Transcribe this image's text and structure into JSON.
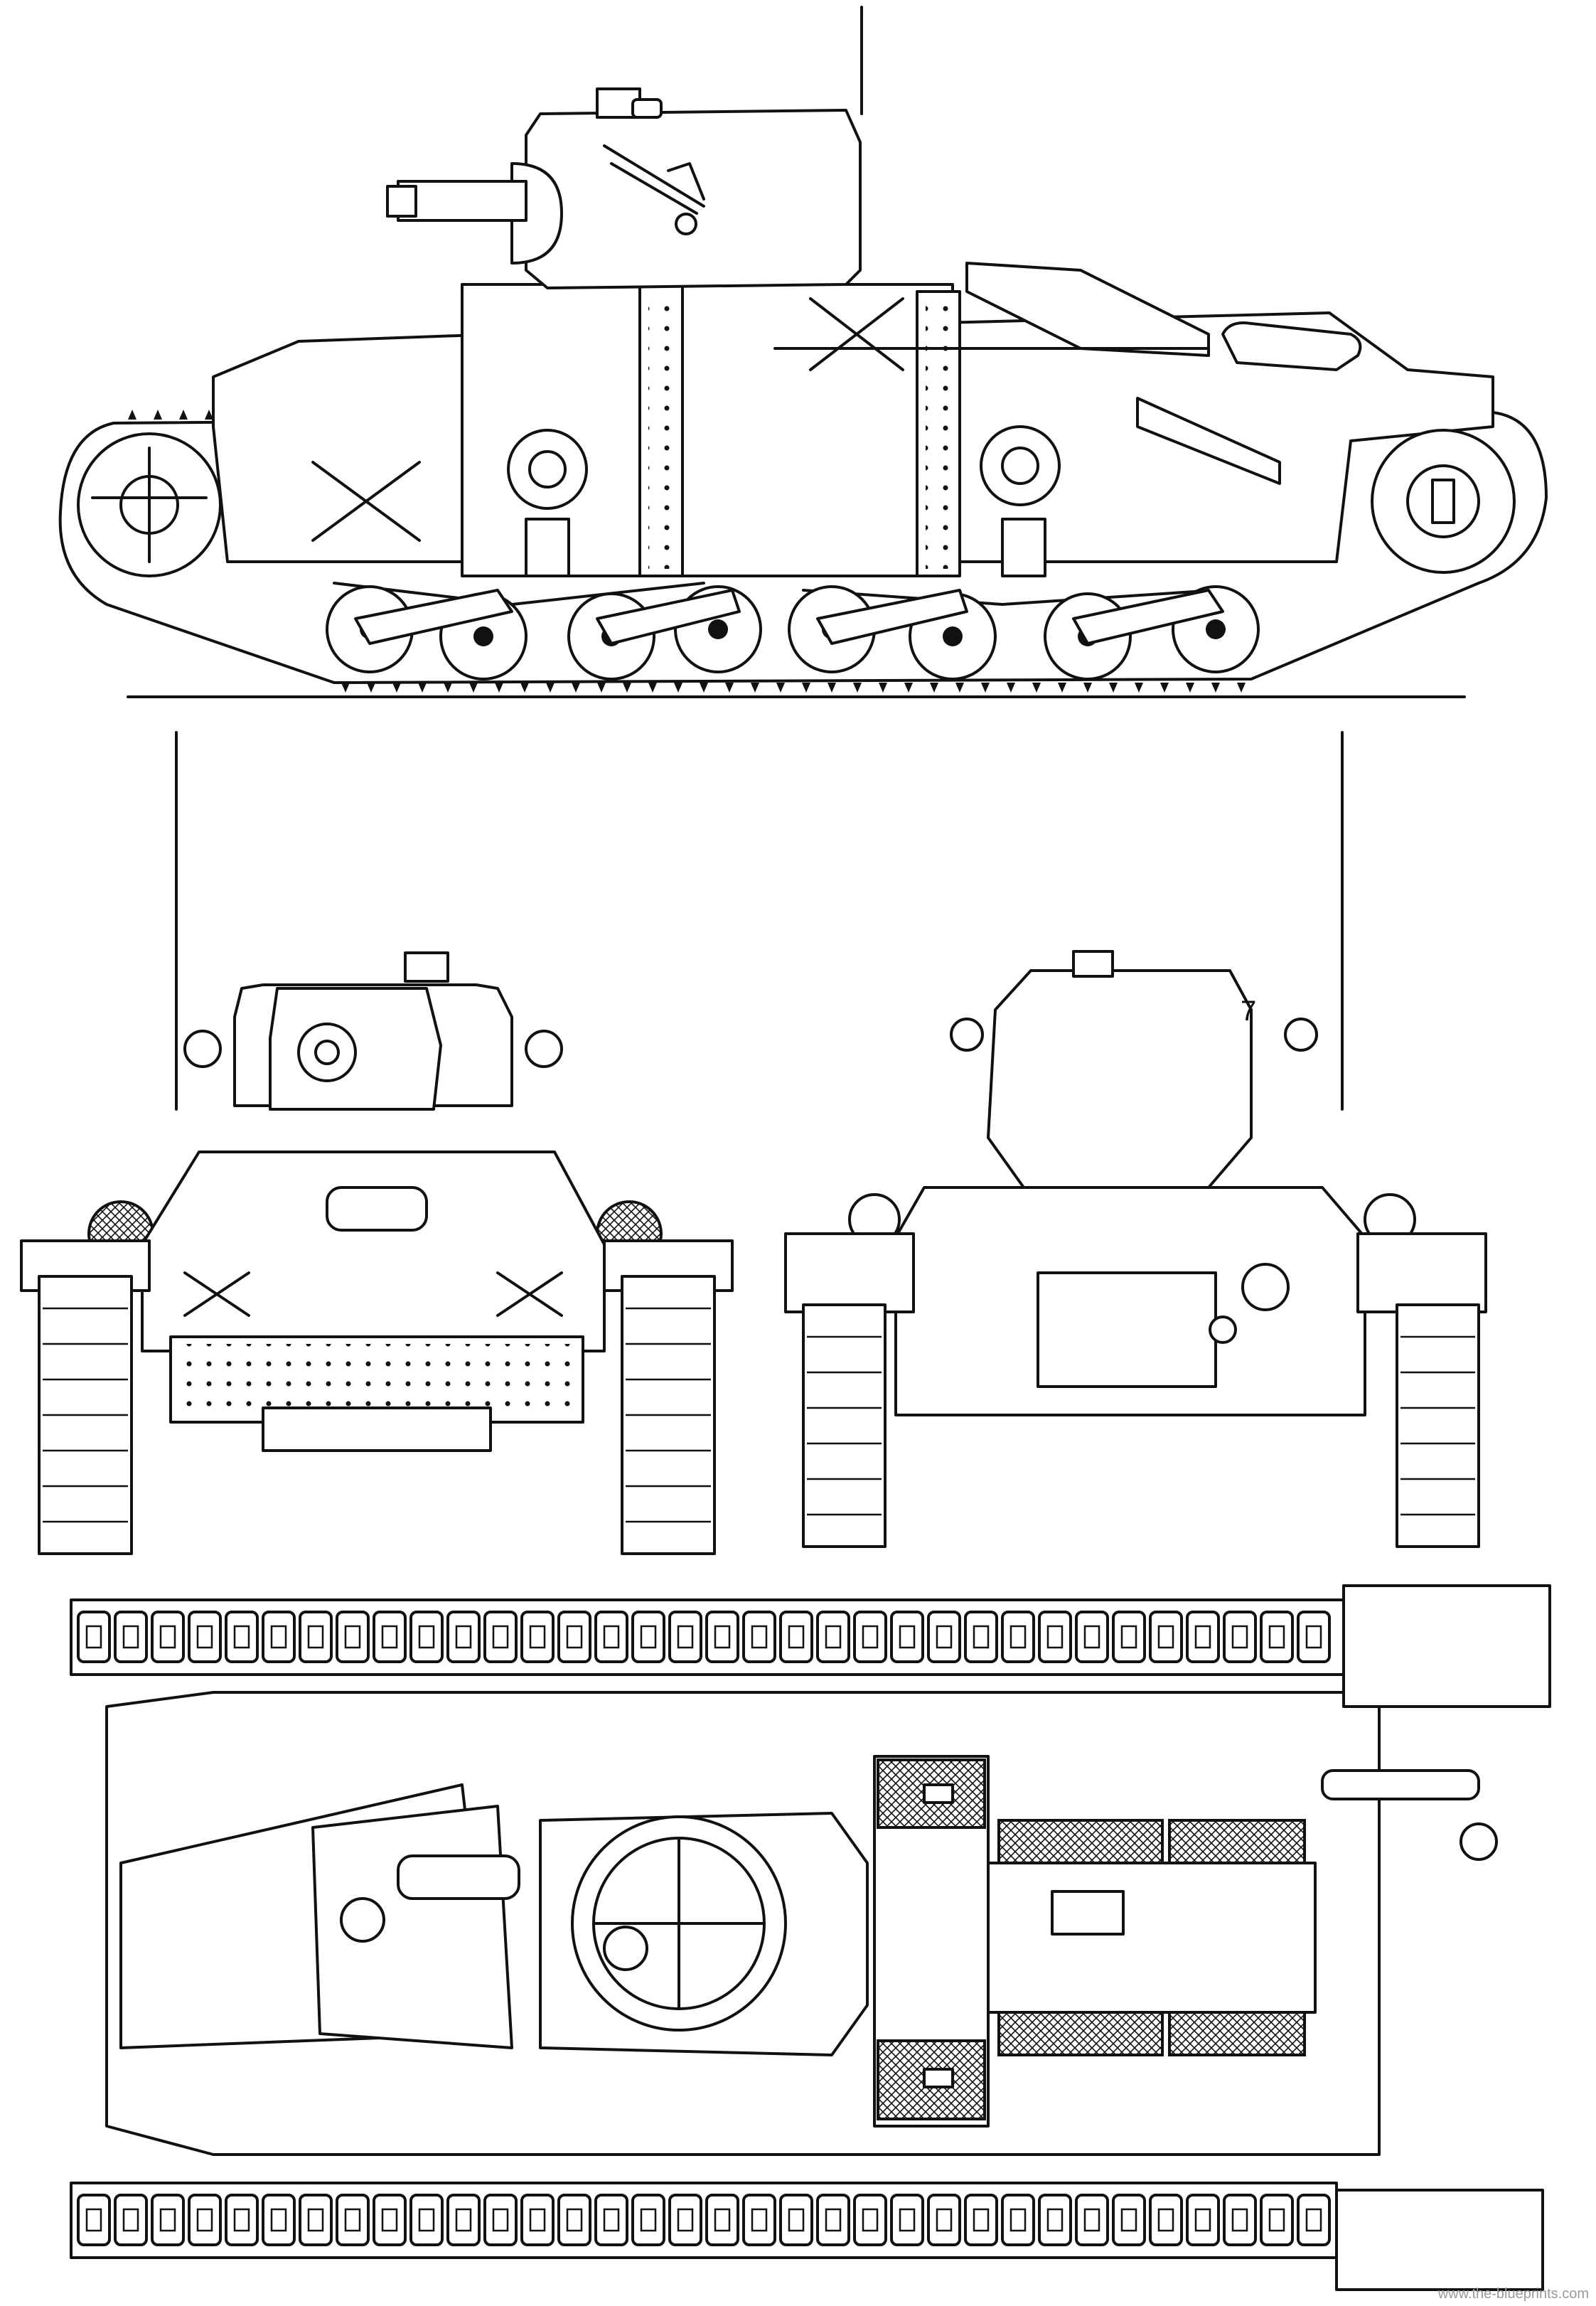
{
  "drawing": {
    "watermark": "www.the-blueprints.com",
    "turret_number": "7",
    "views": [
      "side-view",
      "front-view",
      "rear-view",
      "top-view"
    ]
  }
}
